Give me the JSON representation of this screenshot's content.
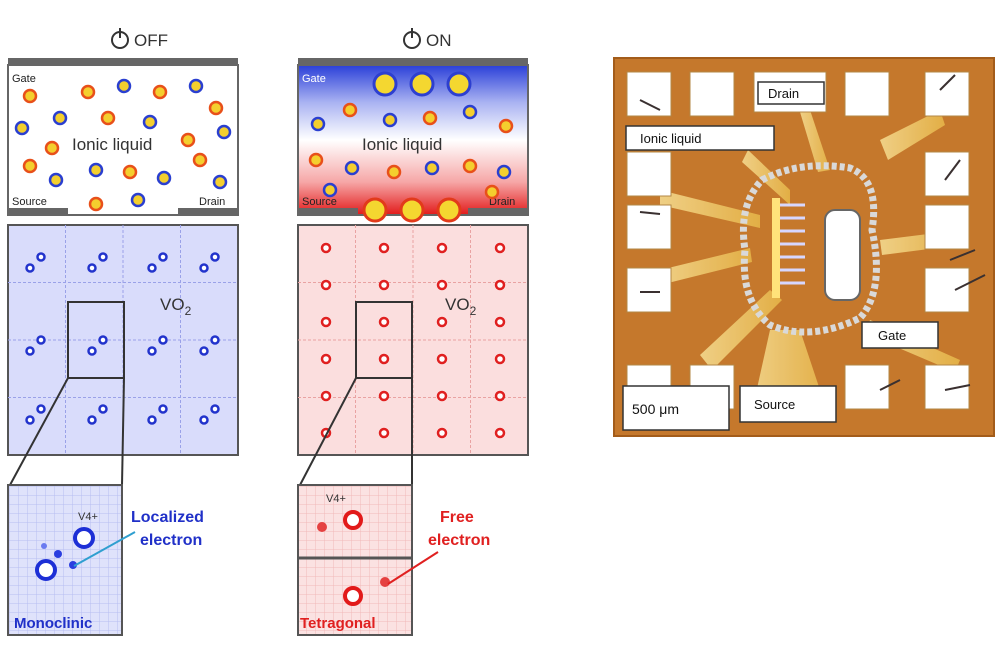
{
  "off_panel": {
    "header": "OFF",
    "gate_label": "Gate",
    "liquid_label": "Ionic liquid",
    "source_label": "Source",
    "drain_label": "Drain",
    "crystal_label": "VO",
    "crystal_subscript": "2",
    "inset_atom_label": "V4+",
    "inset_phase_label": "Monoclinic",
    "callout_text_line1": "Localized",
    "callout_text_line2": "electron"
  },
  "on_panel": {
    "header": "ON",
    "gate_label": "Gate",
    "liquid_label": "Ionic liquid",
    "source_label": "Source",
    "drain_label": "Drain",
    "crystal_label": "VO",
    "crystal_subscript": "2",
    "inset_atom_label": "V4+",
    "inset_phase_label": "Tetragonal",
    "callout_text_line1": "Free",
    "callout_text_line2": "electron"
  },
  "photo": {
    "labels": {
      "drain": "Drain",
      "ionic_liquid": "Ionic liquid",
      "gate": "Gate",
      "scale": "500 μm",
      "source": "Source"
    }
  },
  "colors": {
    "off_blue": "#2233cc",
    "on_red": "#e02020",
    "board_orange": "#c77a2a",
    "pad_gold": "#f3d27a"
  }
}
